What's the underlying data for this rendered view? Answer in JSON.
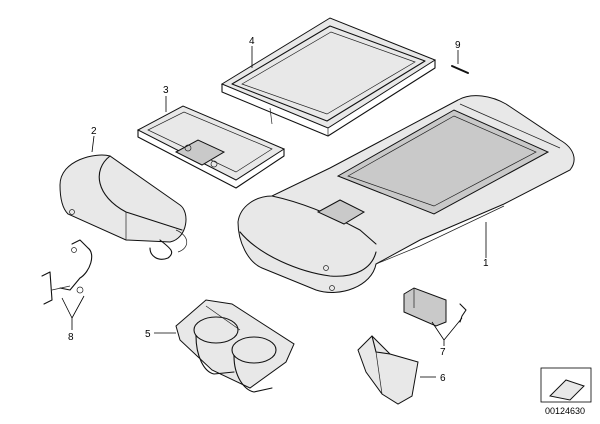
{
  "diagram": {
    "callouts": [
      {
        "id": "1",
        "label": "1"
      },
      {
        "id": "2",
        "label": "2"
      },
      {
        "id": "3",
        "label": "3"
      },
      {
        "id": "4",
        "label": "4"
      },
      {
        "id": "5",
        "label": "5"
      },
      {
        "id": "6",
        "label": "6"
      },
      {
        "id": "7",
        "label": "7"
      },
      {
        "id": "8",
        "label": "8"
      },
      {
        "id": "9",
        "label": "9"
      }
    ],
    "reference_number": "00124630",
    "colors": {
      "line": "#111111",
      "background": "#ffffff",
      "shade": "#e8e8e8"
    }
  }
}
